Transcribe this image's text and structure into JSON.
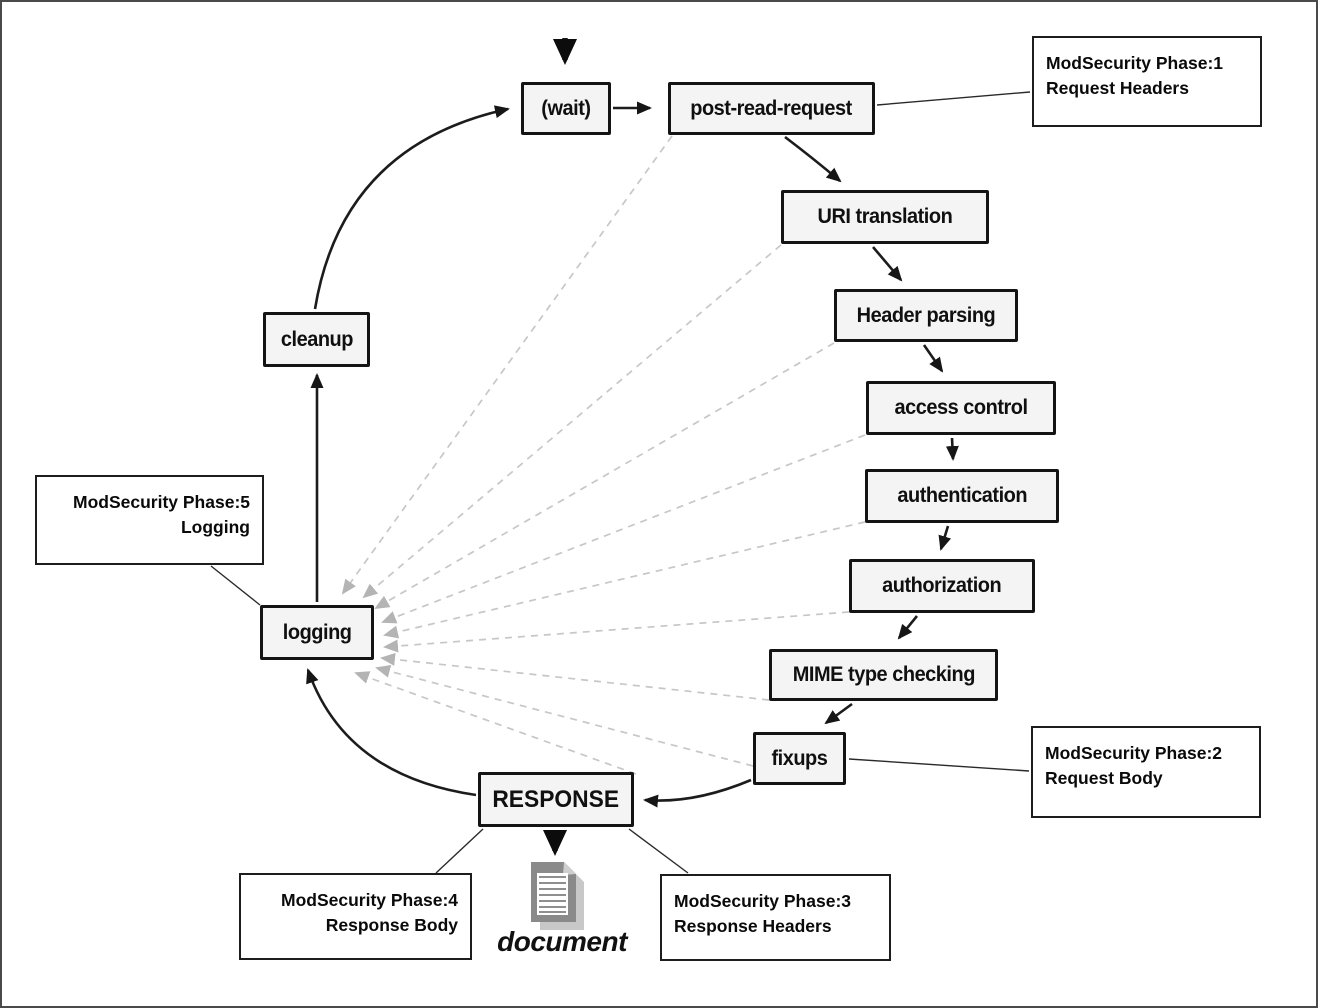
{
  "diagram": {
    "nodes": {
      "wait": "(wait)",
      "post_read_request": "post-read-request",
      "uri_translation": "URI translation",
      "header_parsing": "Header parsing",
      "access_control": "access control",
      "authentication": "authentication",
      "authorization": "authorization",
      "mime_type_checking": "MIME type checking",
      "fixups": "fixups",
      "response": "RESPONSE",
      "logging": "logging",
      "cleanup": "cleanup"
    },
    "annotations": {
      "phase1": {
        "line1": "ModSecurity Phase:1",
        "line2": "Request Headers"
      },
      "phase2": {
        "line1": "ModSecurity Phase:2",
        "line2": "Request Body"
      },
      "phase3": {
        "line1": "ModSecurity Phase:3",
        "line2": "Response Headers"
      },
      "phase4": {
        "line1": "ModSecurity Phase:4",
        "line2": "Response Body"
      },
      "phase5": {
        "line1": "ModSecurity Phase:5",
        "line2": "Logging"
      }
    },
    "document_label": "document",
    "icons": {
      "document": "page-with-text-lines-icon"
    },
    "colors": {
      "flow_line": "#1c1c1c",
      "dashed_line": "#c7c7c7",
      "dashed_arrowhead": "#b4b4b4",
      "node_fill": "#f4f4f4",
      "node_border": "#141414",
      "background": "#ffffff"
    }
  }
}
